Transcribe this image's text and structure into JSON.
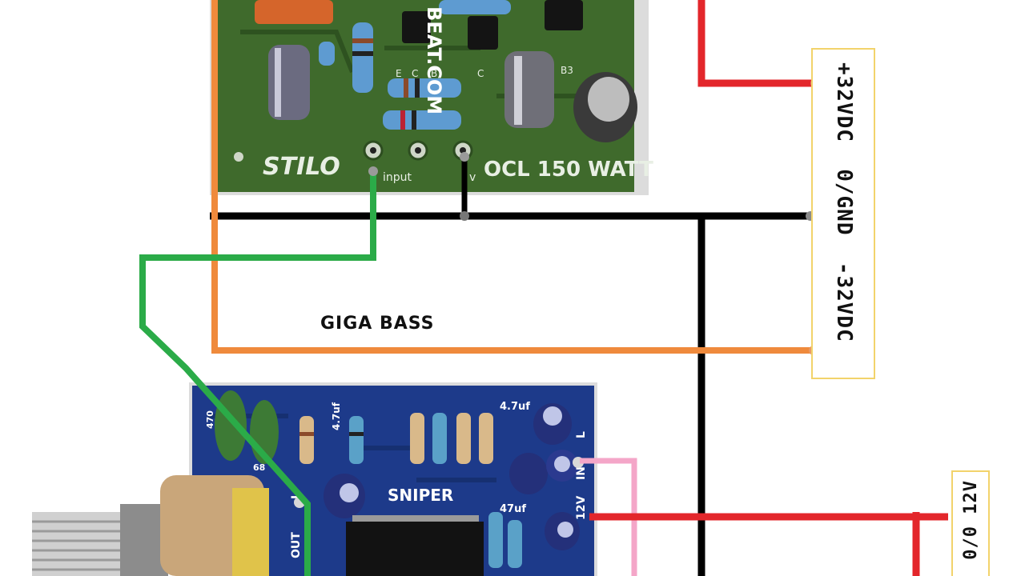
{
  "amp_board": {
    "brand": "STILO",
    "model": "OCL 150 WATT",
    "input_label": "input",
    "ground_label": "v",
    "pad_labels": [
      "E",
      "C",
      "B",
      "C",
      "B3"
    ]
  },
  "watermark": "BEAT.COM",
  "bass_section": {
    "title": "GIGA BASS"
  },
  "power_supply": {
    "label": "+32VDC  0/GND  -32VDC"
  },
  "preamp_board": {
    "name": "SNIPER",
    "labels": {
      "cap_top": "4.7uf",
      "cap_mid": "4.7uf",
      "cap_low": "47uf",
      "out": "OUT",
      "left": "L",
      "in": "IN",
      "v12": "12V",
      "left_side": "L",
      "r470": "470",
      "c68": "68"
    }
  },
  "preamp_supply": {
    "label": "0/0 12V"
  },
  "colors": {
    "wire_red": "#e3262b",
    "wire_black": "#000000",
    "wire_green": "#2bab48",
    "wire_orange": "#ef8a3c",
    "wire_pink": "#f4a6c8",
    "pcb_green": "#3f6a2c",
    "pcb_blue": "#1d3a8a",
    "supply_border": "#f2d36b"
  }
}
